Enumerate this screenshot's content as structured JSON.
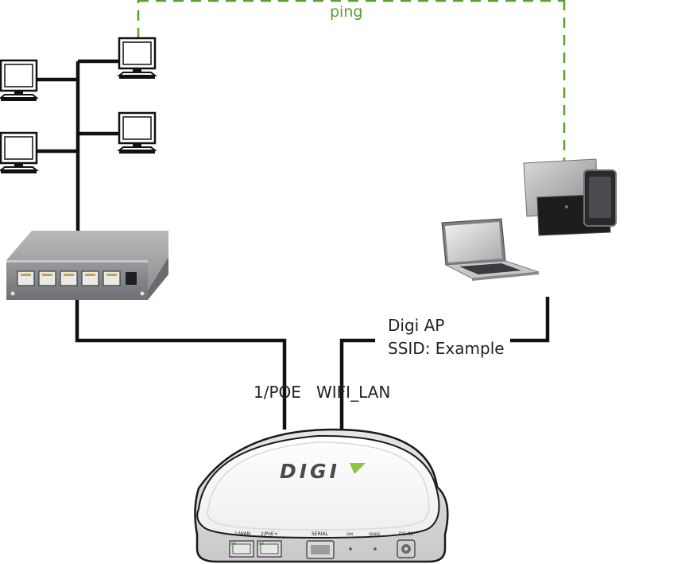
{
  "colors": {
    "ping_line": "#5a9e32",
    "cable": "#111111",
    "logo_accent": "#8dc63f",
    "device_body": "#f4f4f4"
  },
  "labels": {
    "ping": "ping",
    "ap_name": "Digi AP",
    "ap_ssid": "SSID: Example",
    "port_poe": "1/POE",
    "port_wifi": "WIFI_LAN"
  },
  "router": {
    "brand": "DIGI",
    "ports": {
      "wan": "1/WAN",
      "poe": "2/PoE+",
      "serial": "SERIAL",
      "sim": "SIM",
      "sense": "SENSE",
      "dc_in": "DC IN"
    }
  },
  "icons": [
    "desktop-computer-icon",
    "network-switch-icon",
    "laptop-icon",
    "tablet-icon",
    "phone-icon",
    "router-icon"
  ]
}
